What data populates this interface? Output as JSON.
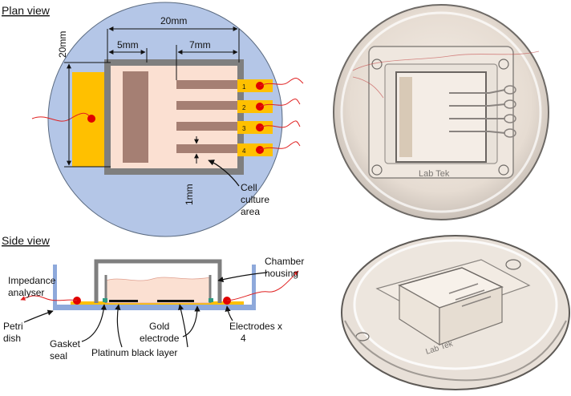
{
  "plan_view": {
    "title": "Plan view",
    "dim_width": "20mm",
    "dim_height": "20mm",
    "dim_5": "5mm",
    "dim_7": "7mm",
    "dim_1": "1mm",
    "electrode_numbers": [
      "1",
      "2",
      "3",
      "4"
    ],
    "cell_culture": [
      "Cell",
      "culture",
      "area"
    ]
  },
  "side_view": {
    "title": "Side view",
    "chamber_housing": [
      "Chamber",
      "housing"
    ],
    "impedance_analyser": [
      "Impedance",
      "analyser"
    ],
    "petri_dish": [
      "Petri",
      "dish"
    ],
    "gasket_seal": [
      "Gasket",
      "seal"
    ],
    "gold_electrode": [
      "Gold",
      "electrode"
    ],
    "platinum_black_layer": "Platinum black layer",
    "electrodes_x4": [
      "Electrodes x",
      "4"
    ]
  },
  "photos": {
    "top_logo": "Lab Tek",
    "bottom_logo": "Lab Tek"
  },
  "colors": {
    "dish_blue": "#b4c6e7",
    "gold": "#ffc000",
    "chip_pink": "#fbe0d2",
    "frame_grey": "#7f7f7f",
    "brown": "#a57f73",
    "wire_red": "#e02020",
    "dot_red": "#e00000"
  }
}
